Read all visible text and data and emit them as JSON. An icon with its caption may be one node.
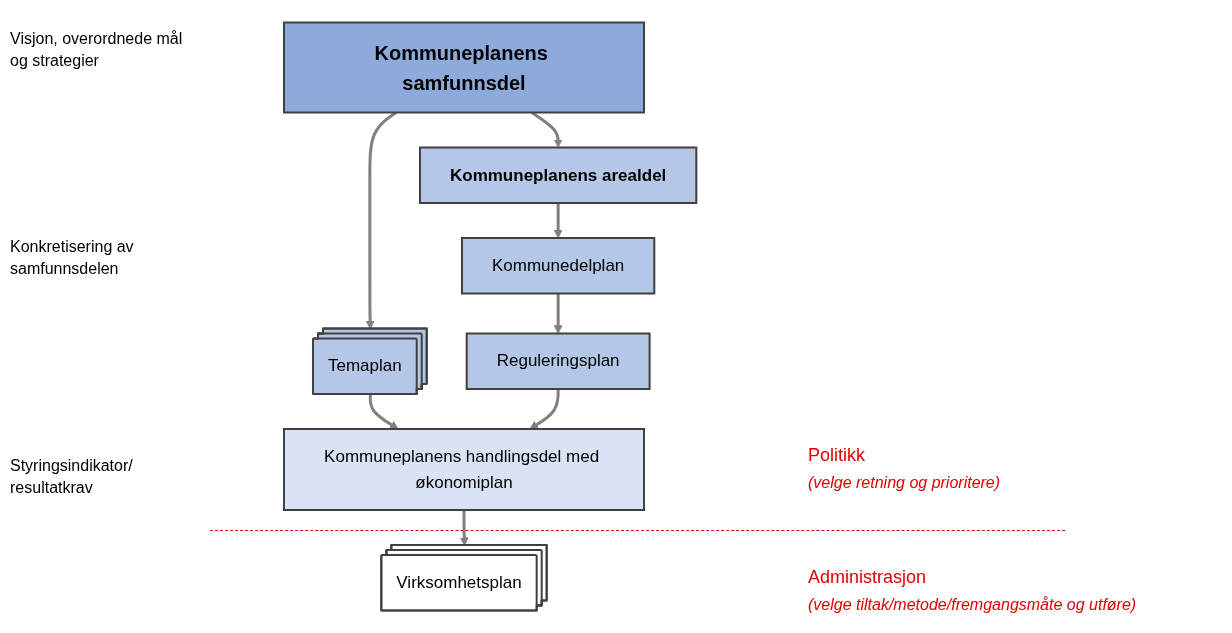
{
  "diagram": {
    "nodes": [
      {
        "text": [
          "Kommuneplanens samfunnsdel"
        ]
      },
      {
        "text": [
          "Temaplan"
        ]
      },
      {
        "text": [
          "Kommuneplanens arealdel"
        ]
      },
      {
        "text": [
          "Kommunedelplan"
        ]
      },
      {
        "text": [
          "Reguleringsplan"
        ]
      },
      {
        "text": [
          "Kommuneplanens handlingsdel med økonomiplan"
        ]
      },
      {
        "text": [
          "Virksomhetsplan"
        ]
      }
    ],
    "edges": [
      {
        "from": 0,
        "to": 1,
        "arrow": "to"
      },
      {
        "from": 0,
        "to": 2,
        "arrow": "to"
      },
      {
        "from": 2,
        "to": 3,
        "arrow": "to"
      },
      {
        "from": 3,
        "to": 4,
        "arrow": "to"
      },
      {
        "from": 1,
        "to": 5,
        "arrow": "to"
      },
      {
        "from": 4,
        "to": 5,
        "arrow": "to"
      },
      {
        "from": 5,
        "to": 6,
        "arrow": "to"
      }
    ],
    "labels": [
      "Visjon, overordnede mål og strategier",
      "Konkretisering av samfunnsdelen",
      "Styringsindikator/ resultatkrav",
      "Politikk",
      "(velge retning og prioritere)",
      "Administrasjon",
      "(velge tiltak/metode/fremgangsmåte og utføre)"
    ]
  }
}
